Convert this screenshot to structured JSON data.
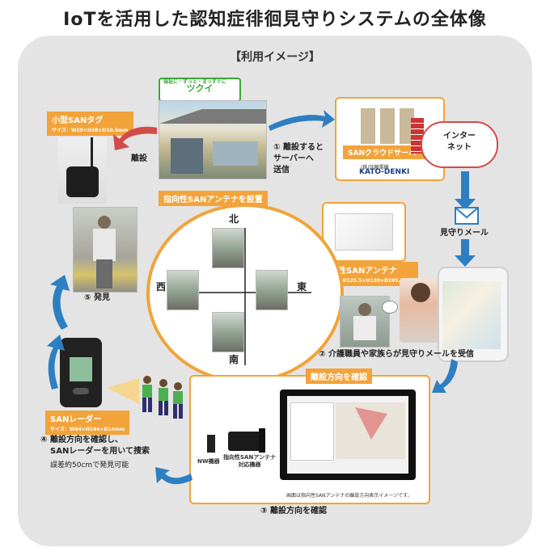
{
  "title": "IoTを活用した認知症徘徊見守りシステムの全体像",
  "usage_label": "【利用イメージ】",
  "logo_text": "ツクイ",
  "logo_tagline": "福祉に・ずっと・まっすぐに",
  "server": {
    "label": "SANクラウドサーバー",
    "company": "KATO-DENKI",
    "company_sub": "(株)加藤電機"
  },
  "internet_label": "インター\nネット",
  "steps": {
    "s1": "① 離設すると\nサーバーへ\n送信",
    "s2": "② 介護職員や家族らが見守りメールを受信",
    "s3": "③ 離設方向を確認",
    "s4a": "④ 離設方向を確認し、",
    "s4b": "SANレーダーを用いて捜索",
    "s4c": "誤差約50cmで発見可能",
    "s5": "⑤ 発見"
  },
  "labels": {
    "tag": "小型SANタグ",
    "tag_spec": "サイズ：W29×H38×D10.5mm",
    "leave": "離設",
    "antenna_install": "指向性SANアンテナを設置",
    "antenna": "指向性SANアンテナ",
    "antenna_spec": "サイズ：W125.5×H120×D205.9mm",
    "mail": "見守りメール",
    "direction_check": "離設方向を確認",
    "radar": "SANレーダー",
    "radar_spec": "サイズ：W64×H144×D14mm",
    "nw": "NW機器",
    "antenna_device": "指向性SANアンテナ\n対応機器",
    "screen_note": "画面は指向性SANアンテナの離設方向表示イメージです。"
  },
  "compass": {
    "north": "北",
    "south": "南",
    "east": "東",
    "west": "西"
  },
  "colors": {
    "orange": "#f2a33a",
    "blue": "#2d7fc1",
    "red": "#d34b4b",
    "green": "#39a935"
  }
}
